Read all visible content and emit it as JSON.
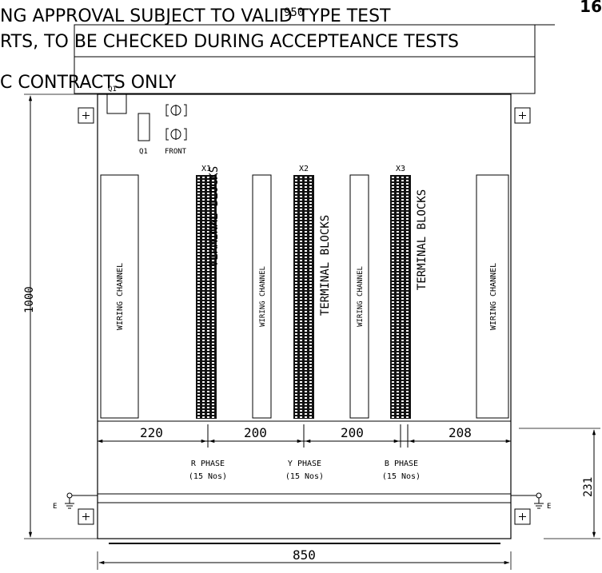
{
  "page_number": "16",
  "notes": [
    "NG APPROVAL SUBJECT TO VALID TYPE TEST",
    "RTS, TO BE CHECKED DURING ACCEPTEANCE TESTS",
    "C CONTRACTS ONLY"
  ],
  "dimensions": {
    "top_width": "950",
    "height": "1000",
    "bottom_width": "850",
    "bottom_section_height": "231",
    "gap_1": "220",
    "gap_2": "200",
    "gap_3": "200",
    "gap_4": "208"
  },
  "components": {
    "q1_top_label": "Q1",
    "q1_label": "Q1",
    "front_label": "FRONT"
  },
  "terminal_blocks": [
    {
      "tag": "X1",
      "label": "TERMINAL  BLOCKS"
    },
    {
      "tag": "X2",
      "label": "TERMINAL  BLOCKS"
    },
    {
      "tag": "X3",
      "label": "TERMINAL  BLOCKS"
    }
  ],
  "wiring_channel_label": "WIRING  CHANNEL",
  "phases": [
    {
      "name": "R  PHASE",
      "qty": "(15  Nos)"
    },
    {
      "name": "Y  PHASE",
      "qty": "(15  Nos)"
    },
    {
      "name": "B  PHASE",
      "qty": "(15  Nos)"
    }
  ],
  "earth_label": "E"
}
